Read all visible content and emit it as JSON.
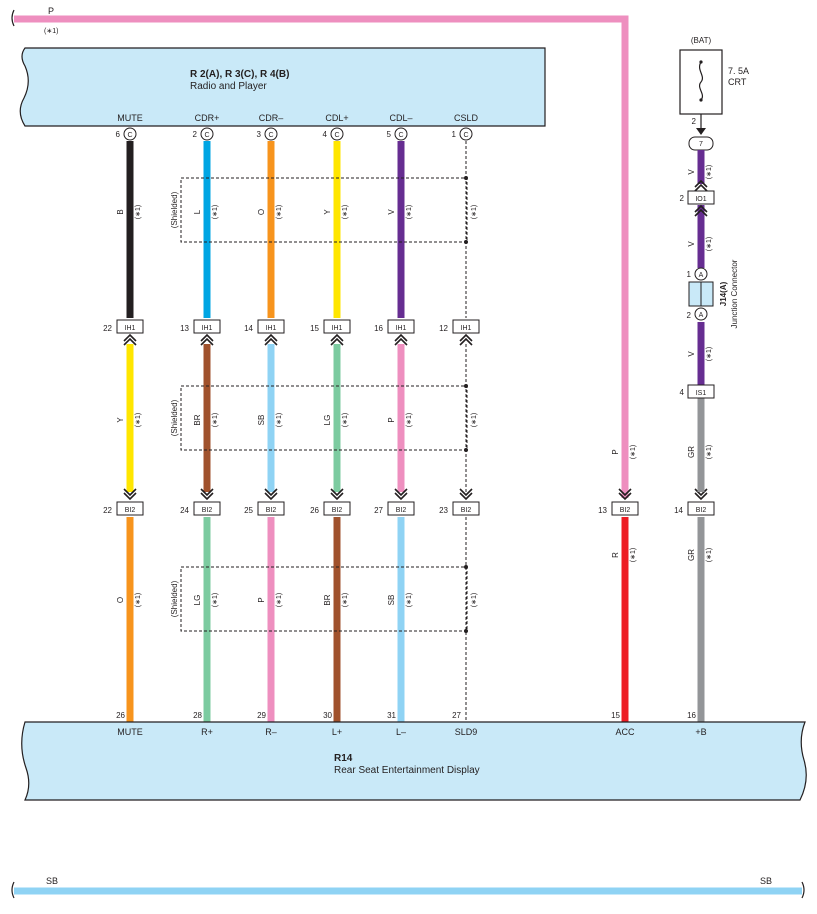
{
  "top_bus": {
    "wire_color": "P",
    "note": "(∗1)"
  },
  "bottom_bus": {
    "left_label": "SB",
    "right_label": "SB"
  },
  "radio": {
    "title": "R 2(A), R 3(C), R 4(B)",
    "subtitle": "Radio and Player",
    "pins": [
      {
        "name": "MUTE",
        "num": "6",
        "conn": "C"
      },
      {
        "name": "CDR+",
        "num": "2",
        "conn": "C"
      },
      {
        "name": "CDR–",
        "num": "3",
        "conn": "C"
      },
      {
        "name": "CDL+",
        "num": "4",
        "conn": "C"
      },
      {
        "name": "CDL–",
        "num": "5",
        "conn": "C"
      },
      {
        "name": "CSLD",
        "num": "1",
        "conn": "C"
      }
    ]
  },
  "display": {
    "title": "R14",
    "subtitle": "Rear Seat Entertainment Display",
    "pins": [
      {
        "name": "MUTE",
        "num": "26"
      },
      {
        "name": "R+",
        "num": "28"
      },
      {
        "name": "R–",
        "num": "29"
      },
      {
        "name": "L+",
        "num": "30"
      },
      {
        "name": "L–",
        "num": "31"
      },
      {
        "name": "SLD9",
        "num": "27"
      },
      {
        "name": "ACC",
        "num": "15"
      },
      {
        "name": "+B",
        "num": "16"
      }
    ]
  },
  "note": "(∗1)",
  "shielded_label": "(Shielded)",
  "signal_wires": [
    {
      "upper": "B",
      "middle": "Y",
      "lower": "O"
    },
    {
      "upper": "L",
      "middle": "BR",
      "lower": "LG"
    },
    {
      "upper": "O",
      "middle": "SB",
      "lower": "P"
    },
    {
      "upper": "Y",
      "middle": "LG",
      "lower": "BR"
    },
    {
      "upper": "V",
      "middle": "P",
      "lower": "SB"
    }
  ],
  "ih1_row": {
    "connector": "IH1",
    "pins": [
      "22",
      "13",
      "14",
      "15",
      "16",
      "12"
    ]
  },
  "bi2_row": {
    "connector": "BI2",
    "pins": [
      "22",
      "24",
      "25",
      "26",
      "27",
      "23",
      "13",
      "14"
    ]
  },
  "acc_wire": {
    "upper": "P",
    "lower": "R"
  },
  "power_branch": {
    "bat_label": "(BAT)",
    "fuse_rating": "7. 5A",
    "fuse_name": "CRT",
    "fuse_pin": "2",
    "j_pin": "7",
    "io1": {
      "pin": "2",
      "name": "IO1"
    },
    "junction": {
      "name": "J14(A)",
      "desc": "Junction Connector",
      "pin_top": "1",
      "pin_bottom": "2",
      "conn": "A"
    },
    "is1": {
      "pin": "4",
      "name": "IS1"
    },
    "wire_v": "V",
    "wire_gr": "GR"
  },
  "colors": {
    "pink": "#ee8fbf",
    "black": "#231f20",
    "blue": "#00a5e3",
    "orange": "#f7941d",
    "yellow": "#ffe600",
    "violet": "#662d91",
    "brown": "#a0522d",
    "sky": "#8fd3f4",
    "green": "#7ccba0",
    "red": "#ed1c24",
    "gray": "#939598",
    "box_fill": "#c9e9f8"
  }
}
